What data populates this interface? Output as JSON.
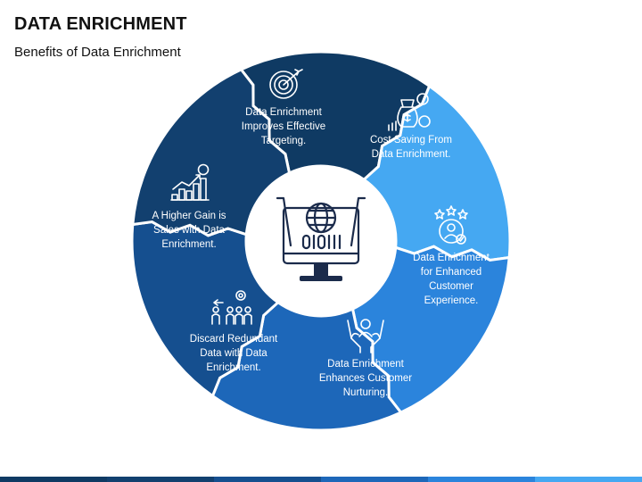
{
  "title": "DATA ENRICHMENT",
  "subtitle": "Benefits of Data Enrichment",
  "segments": [
    {
      "lines": [
        "Data Enrichment",
        "Improves Effective",
        "Targeting."
      ],
      "color": "#0f3a63",
      "icon": "target-icon"
    },
    {
      "lines": [
        "Cost Saving From",
        "Data Enrichment."
      ],
      "color": "#45a8f2",
      "icon": "money-bag-icon"
    },
    {
      "lines": [
        "Data Enrichment",
        "for Enhanced",
        "Customer",
        "Experience."
      ],
      "color": "#2b84dc",
      "icon": "customer-rating-icon"
    },
    {
      "lines": [
        "Data Enrichment",
        "Enhances Customer",
        "Nurturing."
      ],
      "color": "#1d67b9",
      "icon": "caring-hands-icon"
    },
    {
      "lines": [
        "Discard Redundant",
        "Data with Data",
        "Enrichment."
      ],
      "color": "#154f8f",
      "icon": "team-settings-icon"
    },
    {
      "lines": [
        "A Higher Gain is",
        "Sales with Data",
        "Enrichment."
      ],
      "color": "#12406f",
      "icon": "growth-chart-icon"
    }
  ],
  "center_icon": "monitor-globe-data-icon",
  "bottom_bar_colors": [
    "#0f3a63",
    "#12406f",
    "#154f8f",
    "#1d67b9",
    "#2b84dc",
    "#45a8f2"
  ]
}
